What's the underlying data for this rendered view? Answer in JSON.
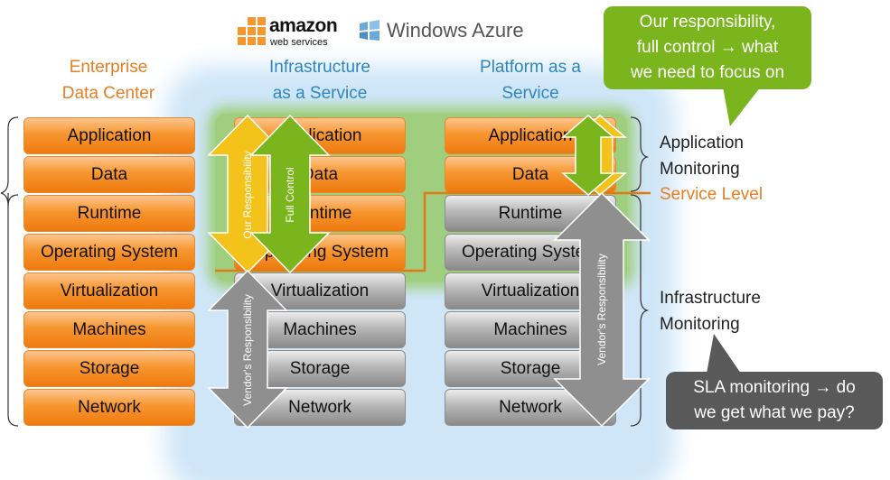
{
  "logos": {
    "aws_main": "amazon",
    "aws_sub": "web services",
    "azure": "Windows Azure"
  },
  "columns": [
    {
      "header": [
        "Enterprise",
        "Data Center"
      ],
      "layers": [
        "Application",
        "Data",
        "Runtime",
        "Operating System",
        "Virtualization",
        "Machines",
        "Storage",
        "Network"
      ]
    },
    {
      "header": [
        "Infrastructure",
        "as a Service"
      ],
      "layers": [
        "Application",
        "Data",
        "Runtime",
        "Operating System",
        "Virtualization",
        "Machines",
        "Storage",
        "Network"
      ]
    },
    {
      "header": [
        "Platform as a",
        "Service"
      ],
      "layers": [
        "Application",
        "Data",
        "Runtime",
        "Operating System",
        "Virtualization",
        "Machines",
        "Storage",
        "Network"
      ]
    }
  ],
  "arrows": {
    "our_responsibility": "Our Responsibility",
    "full_control": "Full Control",
    "vendor_iaas": "Vendor's Responsibility",
    "vendor_paas": "Vendor's Responsibility"
  },
  "side_labels": {
    "app_monitoring": [
      "Application",
      "Monitoring"
    ],
    "service_level": "Service Level",
    "infra_monitoring": [
      "Infrastructure",
      "Monitoring"
    ]
  },
  "callouts": {
    "responsibility": [
      "Our responsibility,",
      "full control → what",
      "we need to focus on"
    ],
    "sla": [
      "SLA monitoring → do",
      "we get what we pay?"
    ]
  },
  "colors": {
    "orange": "#f7962f",
    "gray": "#9a9a9a",
    "green": "#7ab51d",
    "yellow": "#f3c21b",
    "blue": "#2e86c1",
    "dark": "#555555"
  }
}
